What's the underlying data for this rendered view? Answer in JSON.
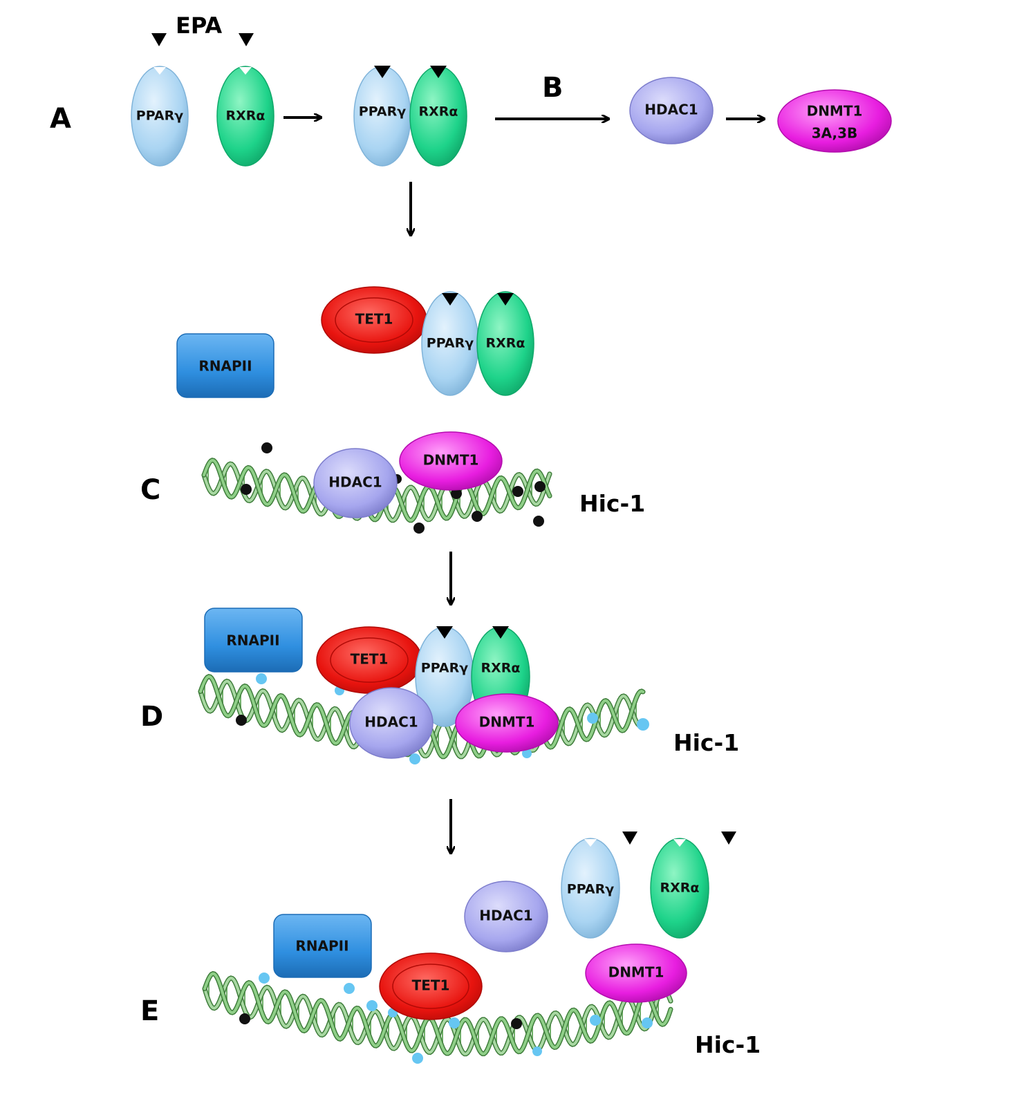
{
  "panels": {
    "A": "A",
    "B": "B",
    "C": "C",
    "D": "D",
    "E": "E"
  },
  "ligand": "EPA",
  "proteins": {
    "ppar": "PPARγ",
    "rxr": "RXRα",
    "hdac": "HDAC1",
    "dnmt": "DNMT1",
    "dnmt_sub": "3A,3B",
    "tet": "TET1",
    "rnapii": "RNAPII"
  },
  "gene": "Hic-1",
  "colors": {
    "ppar": "#a9d4f2",
    "rxr": "#1ed38a",
    "hdac": "#a6a6ee",
    "dnmt": "#e81ee0",
    "tet": "#e8140f",
    "rnapii": "#2f8fe0",
    "dna": "#5fa85a",
    "methyl": "#111111",
    "hydroxymethyl": "#66c6f2"
  }
}
